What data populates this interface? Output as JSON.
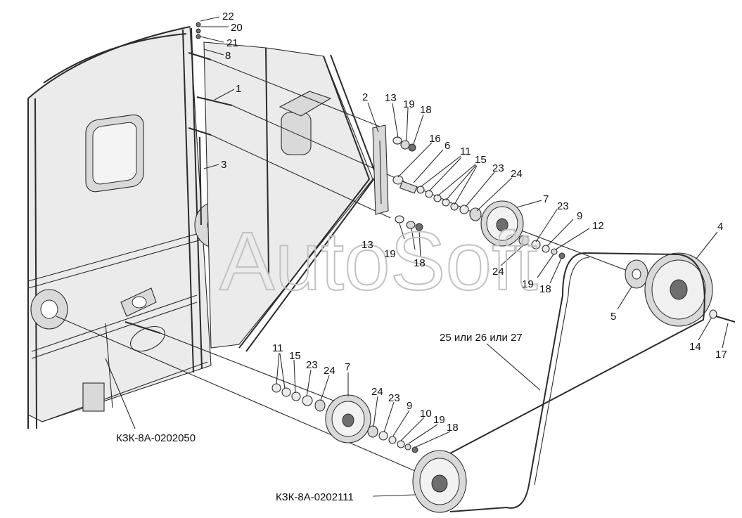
{
  "watermark": "AutoSoft",
  "assemblies": {
    "frame": "КЗК-8А-0202050",
    "lower_pulley": "КЗК-8А-0202111",
    "belt": "25 или 26 или 27"
  },
  "callouts": {
    "c22": "22",
    "c20": "20",
    "c21": "21",
    "c8": "8",
    "c1": "1",
    "c3": "3",
    "c2": "2",
    "c13a": "13",
    "c19a": "19",
    "c18a": "18",
    "c16": "16",
    "c6": "6",
    "c11a": "11",
    "c15a": "15",
    "c23a": "23",
    "c24a": "24",
    "c7a": "7",
    "c23b": "23",
    "c9a": "9",
    "c12": "12",
    "c4": "4",
    "c13b": "13",
    "c19b": "19",
    "c18b": "18",
    "c24b": "24",
    "c19c": "19",
    "c18c": "18",
    "c5": "5",
    "c14": "14",
    "c17": "17",
    "c11b": "11",
    "c15b": "15",
    "c23c": "23",
    "c24c": "24",
    "c7b": "7",
    "c24d": "24",
    "c23d": "23",
    "c9b": "9",
    "c10": "10",
    "c19d": "19",
    "c18d": "18"
  }
}
